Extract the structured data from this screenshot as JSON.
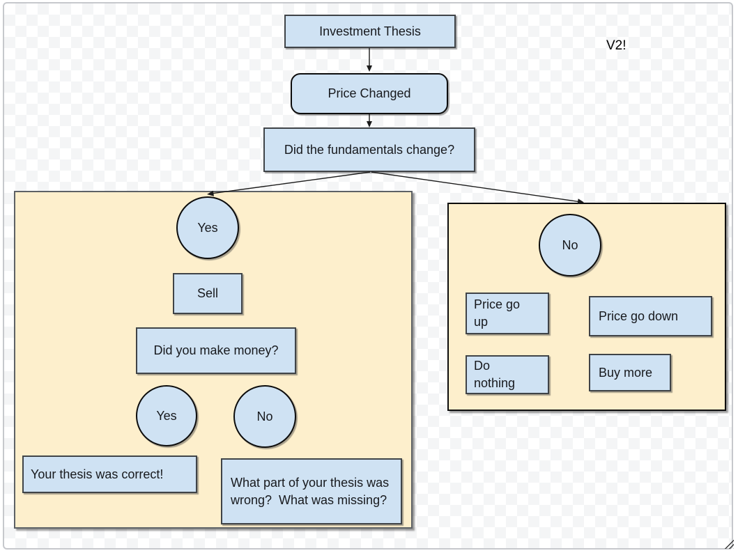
{
  "version_label": "V2!",
  "flowchart": {
    "root": "Investment Thesis",
    "event": "Price Changed",
    "question": "Did the fundamentals change?"
  },
  "yes_branch": {
    "label": "Yes",
    "action": "Sell",
    "question": "Did you make money?",
    "yes_label": "Yes",
    "no_label": "No",
    "yes_outcome": "Your thesis was correct!",
    "no_outcome": "What part of your thesis was wrong?  What was missing?"
  },
  "no_branch": {
    "label": "No",
    "scenario_up": "Price go up",
    "scenario_down": "Price go down",
    "action_up": "Do nothing",
    "action_down": "Buy more"
  },
  "colors": {
    "node_fill": "#cfe2f3",
    "node_border": "#3f4347",
    "panel_fill": "#fdefcc",
    "panel_border": "#0c0c0c",
    "canvas_border": "#c6c8cc",
    "checker_gray": "#f4f5f6",
    "arrow": "#1a1a1a"
  }
}
